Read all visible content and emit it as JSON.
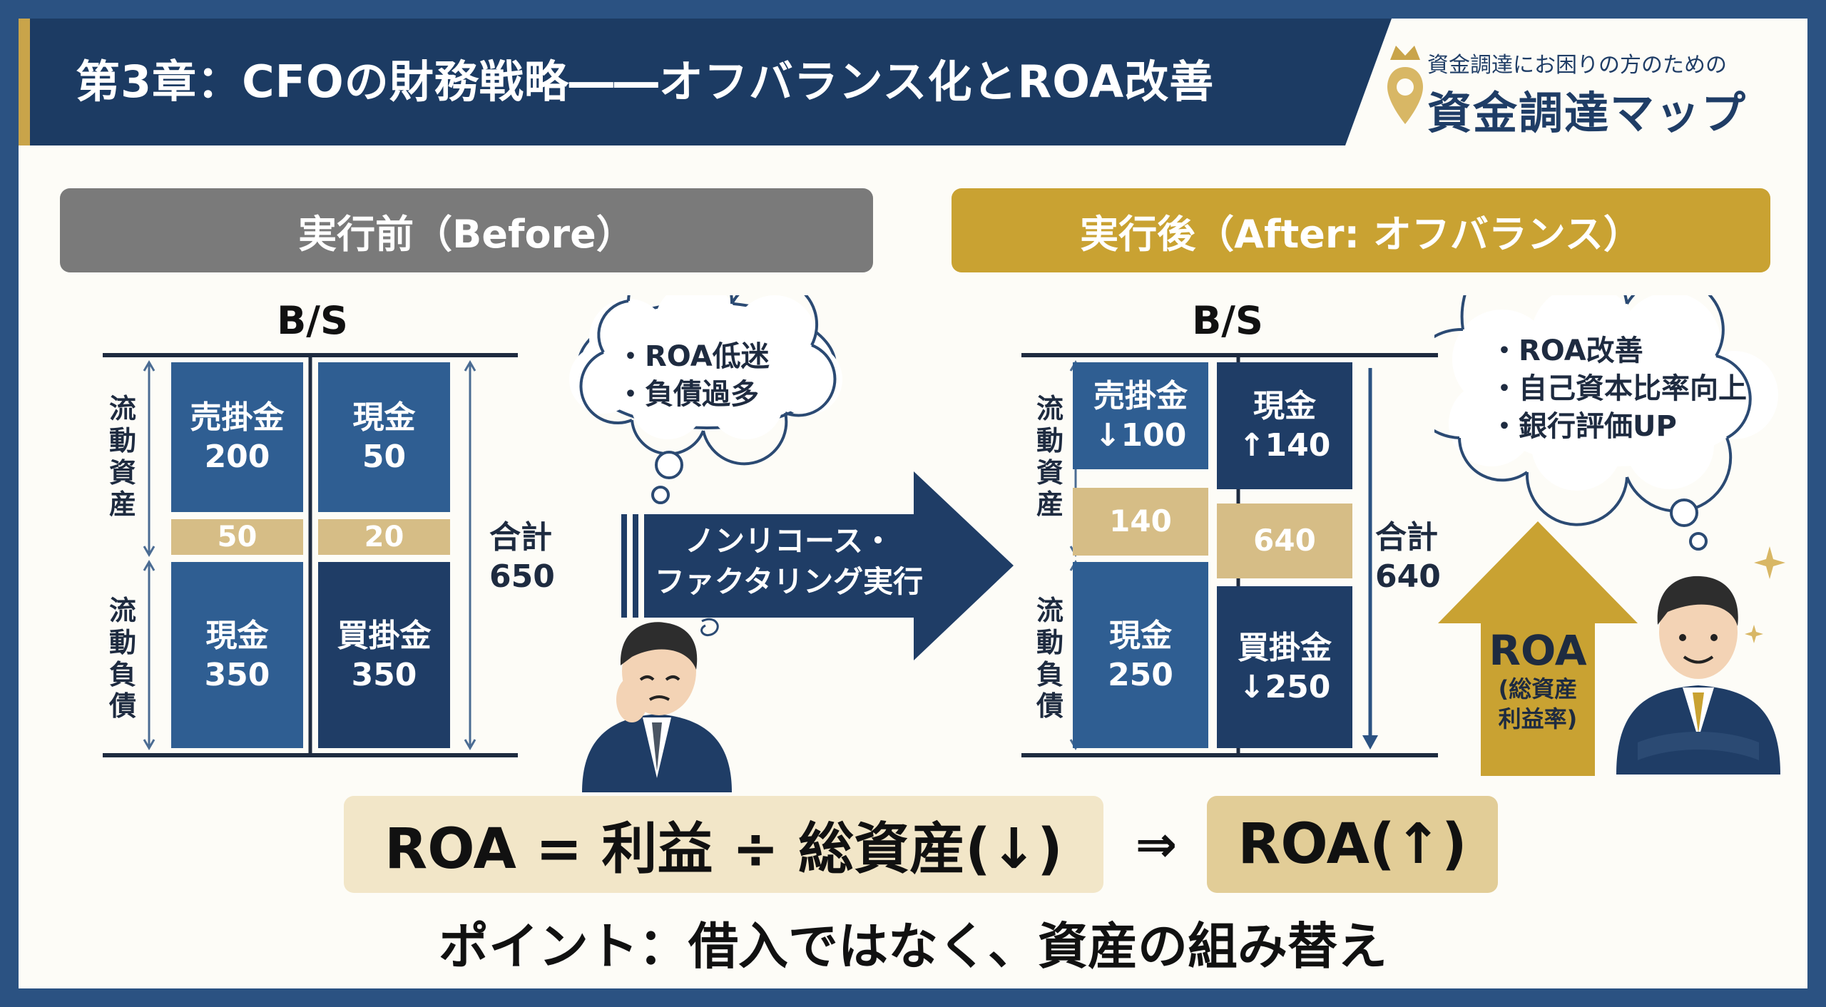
{
  "header": {
    "title": "第3章：CFOの財務戦略――オフバランス化とROA改善",
    "logo_tagline": "資金調達にお困りの方のための",
    "logo_name": "資金調達マップ"
  },
  "colors": {
    "navy": "#1c3b63",
    "blue": "#2f5e92",
    "gold": "#c9a44a",
    "sand": "#d6bd86",
    "gray": "#7a7a7a"
  },
  "before": {
    "heading": "実行前（Before）",
    "bs_title": "B/S",
    "label_assets": "流動資産",
    "label_liabilities": "流動負債",
    "left_top": {
      "name": "売掛金",
      "value": "200"
    },
    "left_mid": "50",
    "left_bottom": {
      "name": "現金",
      "value": "350"
    },
    "right_top": {
      "name": "現金",
      "value": "50"
    },
    "right_mid": "20",
    "right_bottom": {
      "name": "買掛金",
      "value": "350"
    },
    "total_label": "合計",
    "total_value": "650",
    "thought": [
      "・ROA低迷",
      "・負債過多"
    ]
  },
  "arrow": {
    "line1": "ノンリコース・",
    "line2": "ファクタリング実行"
  },
  "after": {
    "heading": "実行後（After: オフバランス）",
    "bs_title": "B/S",
    "label_assets": "流動資産",
    "label_liabilities": "流動負債",
    "left_top": {
      "name": "売掛金",
      "value": "↓100"
    },
    "left_mid": "140",
    "left_bottom": {
      "name": "現金",
      "value": "250"
    },
    "right_top": {
      "name": "現金",
      "value": "↑140"
    },
    "right_mid": "640",
    "right_bottom": {
      "name": "買掛金",
      "value": "↓250"
    },
    "total_label": "合計",
    "total_value": "640",
    "thought": [
      "・ROA改善",
      "・自己資本比率向上",
      "・銀行評価UP"
    ],
    "roa_label": "ROA",
    "roa_sub1": "(総資産",
    "roa_sub2": "利益率)"
  },
  "formula": {
    "left": "ROA = 利益 ÷ 総資産(↓)",
    "implies": "⇒",
    "right": "ROA(↑)"
  },
  "point": "ポイント：借入ではなく、資産の組み替え"
}
